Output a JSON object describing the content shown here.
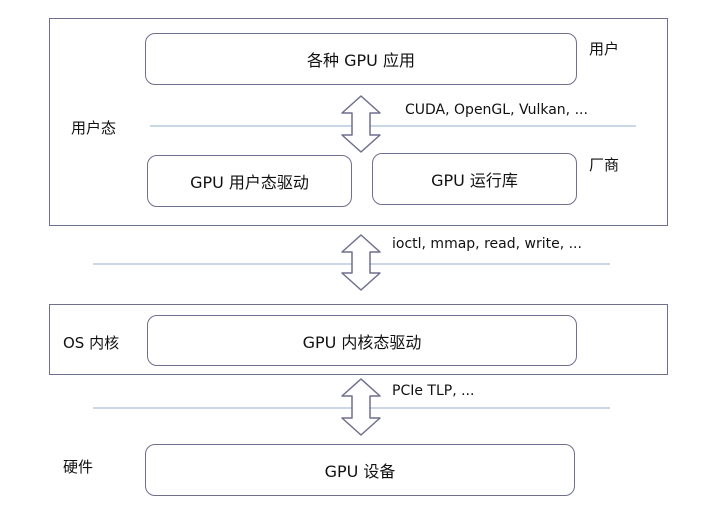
{
  "layers": {
    "user_mode": "用户态",
    "os_kernel": "OS 内核",
    "hardware": "硬件"
  },
  "boxes": {
    "gpu_apps": "各种 GPU 应用",
    "gpu_user_driver": "GPU 用户态驱动",
    "gpu_runtime": "GPU 运行库",
    "gpu_kernel_driver": "GPU 内核态驱动",
    "gpu_device": "GPU 设备"
  },
  "side_labels": {
    "user": "用户",
    "vendor": "厂商"
  },
  "interfaces": {
    "graphics_api": "CUDA, OpenGL, Vulkan, ...",
    "syscalls": "ioctl, mmap, read, write, ...",
    "bus": "PCIe TLP, ..."
  },
  "colors": {
    "border": "#6f6f8f",
    "divider": "#a9bfd6"
  }
}
